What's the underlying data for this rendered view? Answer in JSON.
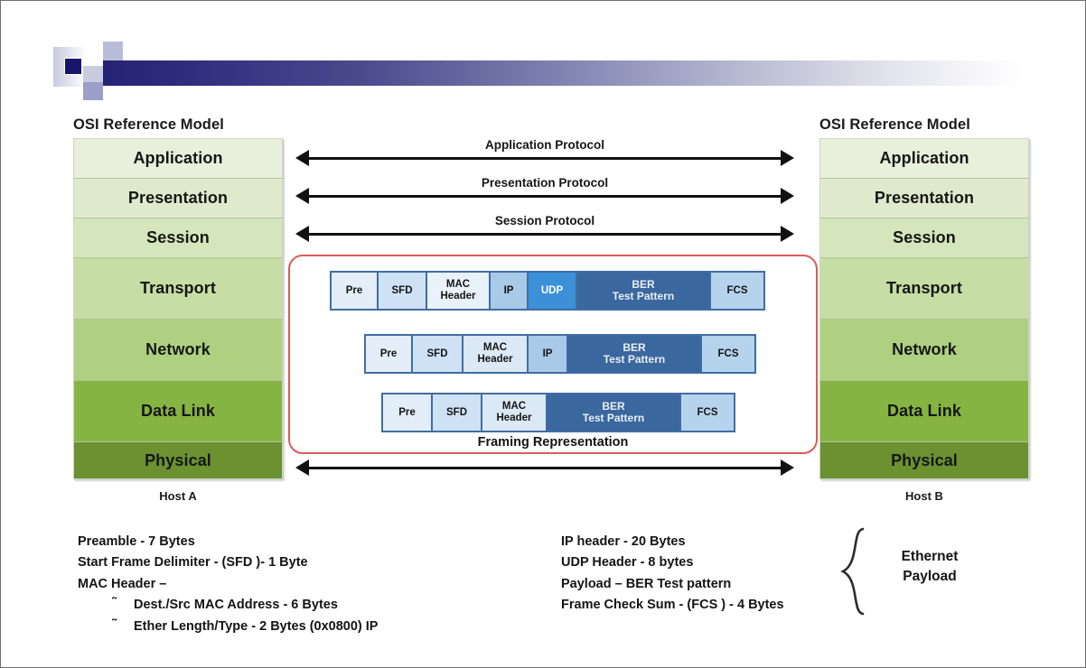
{
  "page": {
    "background": "#ffffff",
    "border_color": "#6f6f6f"
  },
  "banner": {
    "name": "decorative-gradient-banner",
    "gradient_start": "#262374",
    "gradient_end": "#ffffff",
    "accent_square": "#18166b"
  },
  "stacks": {
    "left": {
      "title": "OSI Reference Model",
      "host_label": "Host A",
      "layers": [
        {
          "label": "Application",
          "color": "#e8f0dc"
        },
        {
          "label": "Presentation",
          "color": "#dfeacd"
        },
        {
          "label": "Session",
          "color": "#d5e5bc"
        },
        {
          "label": "Transport",
          "color": "#c6dda4"
        },
        {
          "label": "Network",
          "color": "#aed080"
        },
        {
          "label": "Data Link",
          "color": "#86b442"
        },
        {
          "label": "Physical",
          "color": "#6b9130"
        }
      ]
    },
    "right": {
      "title": "OSI Reference Model",
      "host_label": "Host B",
      "layers": [
        {
          "label": "Application",
          "color": "#e8f0dc"
        },
        {
          "label": "Presentation",
          "color": "#dfeacd"
        },
        {
          "label": "Session",
          "color": "#d5e5bc"
        },
        {
          "label": "Transport",
          "color": "#c6dda4"
        },
        {
          "label": "Network",
          "color": "#aed080"
        },
        {
          "label": "Data Link",
          "color": "#86b442"
        },
        {
          "label": "Physical",
          "color": "#6b9130"
        }
      ]
    }
  },
  "protocol_arrows": [
    {
      "label": "Application Protocol"
    },
    {
      "label": "Presentation Protocol"
    },
    {
      "label": "Session Protocol"
    },
    {
      "label": ""
    }
  ],
  "framing": {
    "caption": "Framing Representation",
    "border_color": "#d95c57",
    "frames": [
      {
        "name": "udp-frame",
        "segments": [
          {
            "label": "Pre",
            "label2": "",
            "style": "pre",
            "width": 52
          },
          {
            "label": "SFD",
            "label2": "",
            "style": "sfd",
            "width": 54
          },
          {
            "label": "MAC",
            "label2": "Header",
            "style": "mac",
            "width": 70
          },
          {
            "label": "IP",
            "label2": "",
            "style": "ip",
            "width": 42
          },
          {
            "label": "UDP",
            "label2": "",
            "style": "udp",
            "width": 54
          },
          {
            "label": "BER",
            "label2": "Test Pattern",
            "style": "ber",
            "width": 148
          },
          {
            "label": "FCS",
            "label2": "",
            "style": "fcs",
            "width": 58
          }
        ]
      },
      {
        "name": "ip-frame",
        "segments": [
          {
            "label": "Pre",
            "label2": "",
            "style": "pre",
            "width": 52
          },
          {
            "label": "SFD",
            "label2": "",
            "style": "sfd",
            "width": 56
          },
          {
            "label": "MAC",
            "label2": "Header",
            "style": "mac2",
            "width": 72
          },
          {
            "label": "IP",
            "label2": "",
            "style": "ip",
            "width": 44
          },
          {
            "label": "BER",
            "label2": "Test Pattern",
            "style": "ber",
            "width": 148
          },
          {
            "label": "FCS",
            "label2": "",
            "style": "fcs",
            "width": 58
          }
        ]
      },
      {
        "name": "mac-frame",
        "segments": [
          {
            "label": "Pre",
            "label2": "",
            "style": "pre",
            "width": 55
          },
          {
            "label": "SFD",
            "label2": "",
            "style": "sfd",
            "width": 55
          },
          {
            "label": "MAC",
            "label2": "Header",
            "style": "mac2",
            "width": 72
          },
          {
            "label": "BER",
            "label2": "Test Pattern",
            "style": "ber",
            "width": 148
          },
          {
            "label": "FCS",
            "label2": "",
            "style": "fcs",
            "width": 58
          }
        ]
      }
    ]
  },
  "legend_left": {
    "lines": [
      "Preamble - 7 Bytes",
      "Start Frame Delimiter - (SFD )- 1 Byte",
      "MAC  Header –"
    ],
    "sub_lines": [
      "Dest./Src  MAC Address - 6 Bytes",
      "Ether Length/Type - 2 Bytes (0x0800) IP"
    ],
    "dash": "˜"
  },
  "legend_right": {
    "lines": [
      "IP header - 20 Bytes",
      "UDP Header - 8 bytes",
      "Payload – BER Test pattern",
      "Frame Check Sum - (FCS ) - 4 Bytes"
    ],
    "brace_label_line1": "Ethernet",
    "brace_label_line2": "Payload"
  }
}
